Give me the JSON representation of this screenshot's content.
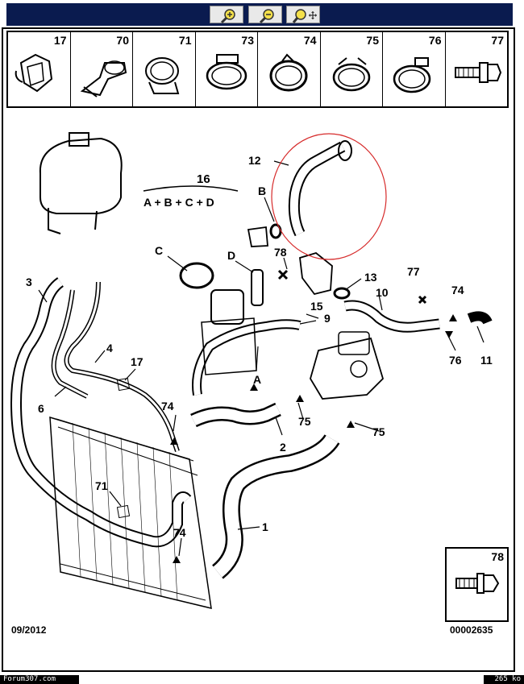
{
  "toolbar": {
    "buttons": [
      {
        "icon": "zoom-in-icon"
      },
      {
        "icon": "zoom-out-icon"
      },
      {
        "icon": "zoom-pan-icon"
      }
    ]
  },
  "parts_strip": [
    "17",
    "70",
    "71",
    "73",
    "74",
    "75",
    "76",
    "77"
  ],
  "diagram": {
    "formula_number": "16",
    "formula": "A + B + C + D",
    "labels": {
      "l12": "12",
      "lB": "B",
      "lC": "C",
      "lD": "D",
      "l78": "78",
      "l13": "13",
      "l77": "77",
      "l10": "10",
      "l74a": "74",
      "l15": "15",
      "l9": "9",
      "l3": "3",
      "l4": "4",
      "l17": "17",
      "lA": "A",
      "l11": "11",
      "l76": "76",
      "l6": "6",
      "l74b": "74",
      "l75a": "75",
      "l75b": "75",
      "l2": "2",
      "l71": "71",
      "l1": "1",
      "l74c": "74"
    },
    "detail_box_number": "78",
    "date": "09/2012",
    "ref": "00002635"
  },
  "footer": {
    "left": "Forum307.com",
    "right": "265 ko"
  },
  "colors": {
    "toolbar_bg": "#0a1b4f",
    "highlight_circle": "#d62b2b"
  }
}
